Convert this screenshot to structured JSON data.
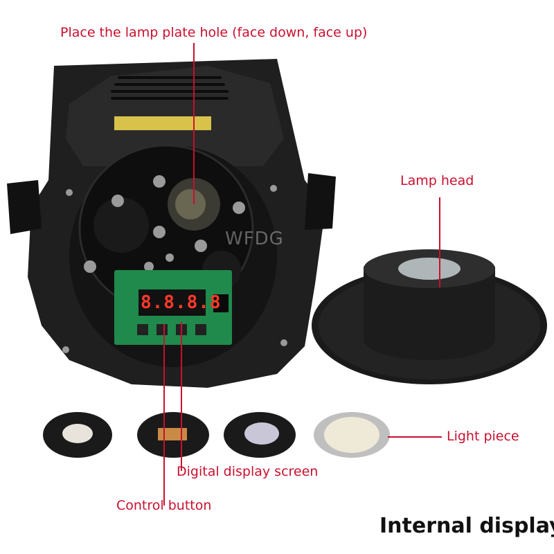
{
  "labels": {
    "lamp_plate_hole": "Place the lamp plate hole (face down, face up)",
    "lamp_head": "Lamp head",
    "light_piece": "Light piece",
    "digital_display": "Digital display screen",
    "control_button": "Control button"
  },
  "title": "Internal display",
  "watermark": "WFDG",
  "display_digits": "8.8.8.8",
  "colors": {
    "annotation": "#c8102e",
    "body": "#1e1e1e",
    "pcb": "#1f8a4c"
  }
}
